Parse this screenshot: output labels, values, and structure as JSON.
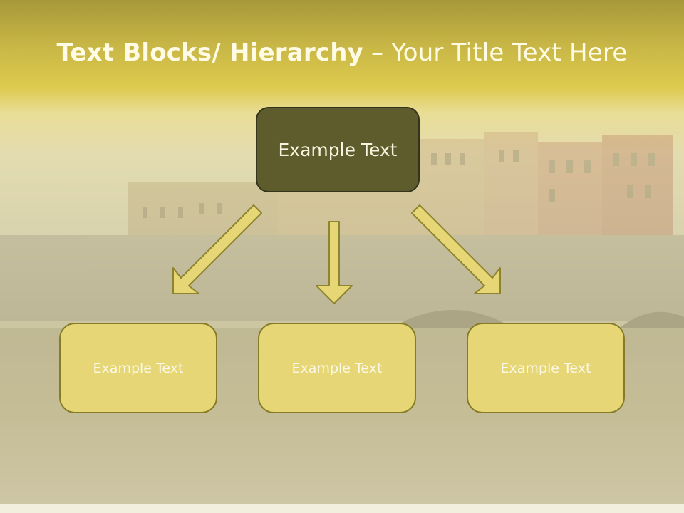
{
  "slide": {
    "title_bold": "Text Blocks/ Hierarchy",
    "title_dash": " – ",
    "title_rest": "Your Title Text Here"
  },
  "diagram": {
    "root": {
      "label": "Example Text"
    },
    "children": [
      {
        "label": "Example Text"
      },
      {
        "label": "Example Text"
      },
      {
        "label": "Example Text"
      }
    ]
  },
  "colors": {
    "header_band": "#c8b746",
    "root_fill": "#5e5b2c",
    "child_fill": "#e6d675",
    "arrow_fill": "#e7d676",
    "arrow_stroke": "#8d842e"
  }
}
